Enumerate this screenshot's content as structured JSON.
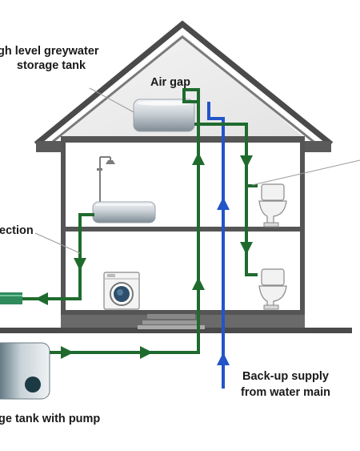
{
  "labels": {
    "storage_tank": [
      "gh level greywater",
      "storage tank"
    ],
    "air_gap": "Air gap",
    "connection": "ection",
    "backup": [
      "Back-up supply",
      "from water main"
    ],
    "pump_tank": "ge tank with pump"
  },
  "colors": {
    "greywater_pipe": "#1f6b2e",
    "mains_pipe": "#2255c8",
    "house_outline": "#4a4a4a",
    "roof_fill": "#eeeeee",
    "wall_fill": "#ffffff"
  }
}
